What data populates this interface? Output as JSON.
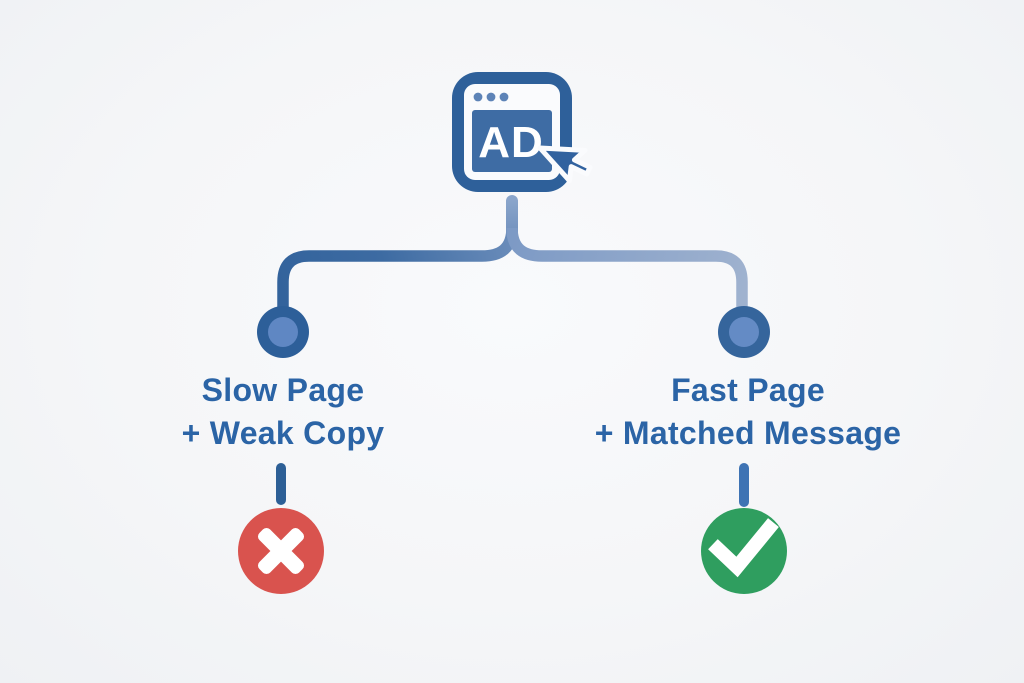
{
  "diagram": {
    "description": "Ad click outcome comparison flow",
    "ad_icon": {
      "label": "AD",
      "frame_color": "#2e609a",
      "panel_color": "#3e6ca4"
    },
    "left_branch": {
      "label_line1": "Slow Page",
      "label_line2": "+ Weak Copy",
      "status": "fail",
      "status_icon": "cross",
      "status_color": "#d9534e"
    },
    "right_branch": {
      "label_line1": "Fast Page",
      "label_line2": "+ Matched Message",
      "status": "success",
      "status_icon": "check",
      "status_color": "#2f9e5f"
    },
    "colors": {
      "background": "#f5f6f8",
      "label_text": "#2b64a6",
      "connector_dark": "#33639c",
      "connector_light": "#9fb2cf",
      "node_outer": "#2d5f99",
      "node_inner": "#5f87c3"
    }
  }
}
